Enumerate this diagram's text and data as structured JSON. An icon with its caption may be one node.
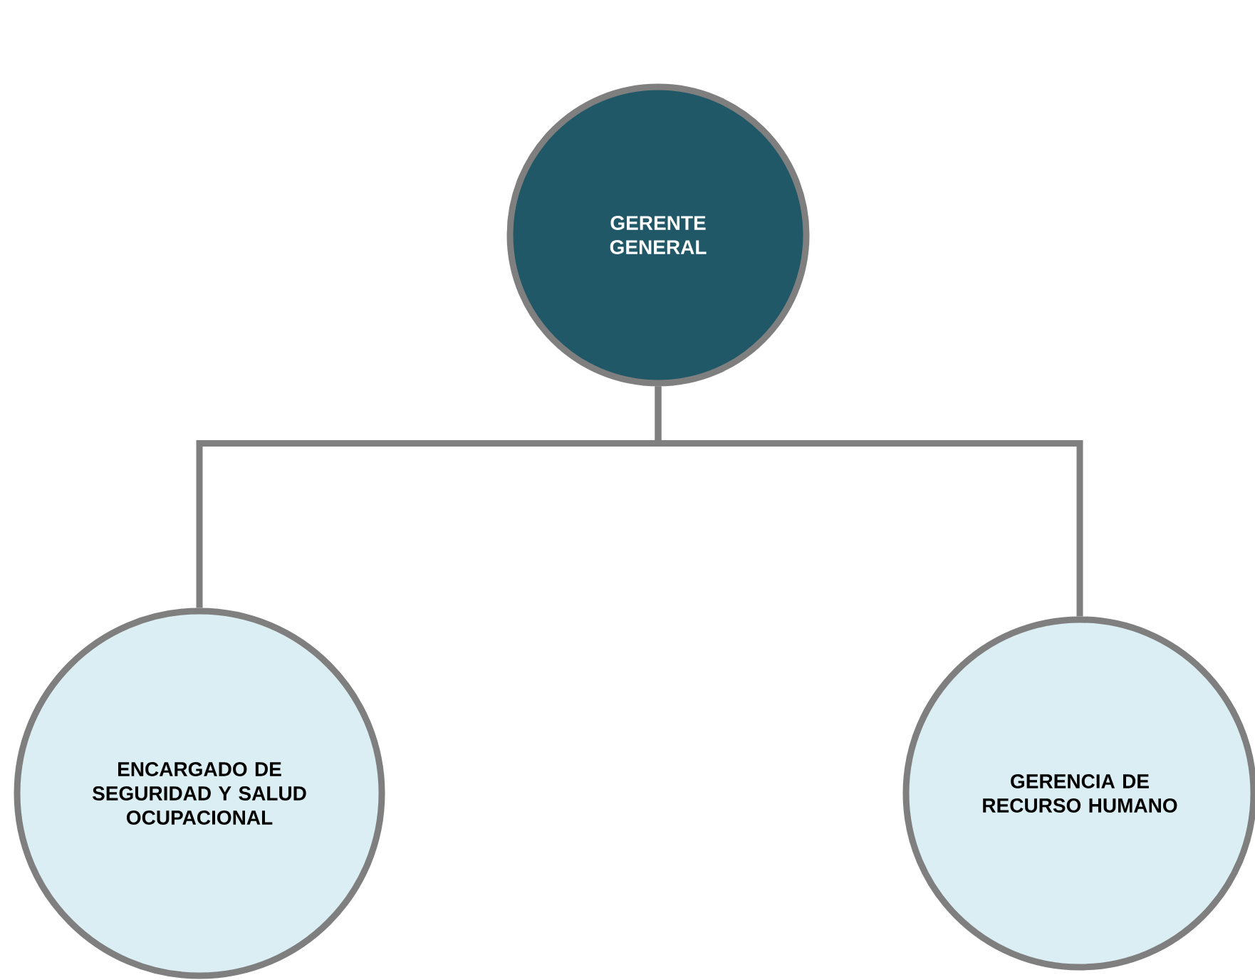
{
  "diagram": {
    "nodes": [
      {
        "text": [
          "GERENTE GENERAL"
        ]
      },
      {
        "text": [
          "ENCARGADO DE SEGURIDAD Y SALUD OCUPACIONAL"
        ]
      },
      {
        "text": [
          "GERENCIA DE RECURSO HUMANO"
        ]
      }
    ],
    "edges": [
      {
        "from": 0,
        "to": 1,
        "arrow": "none"
      },
      {
        "from": 0,
        "to": 2,
        "arrow": "none"
      }
    ]
  }
}
